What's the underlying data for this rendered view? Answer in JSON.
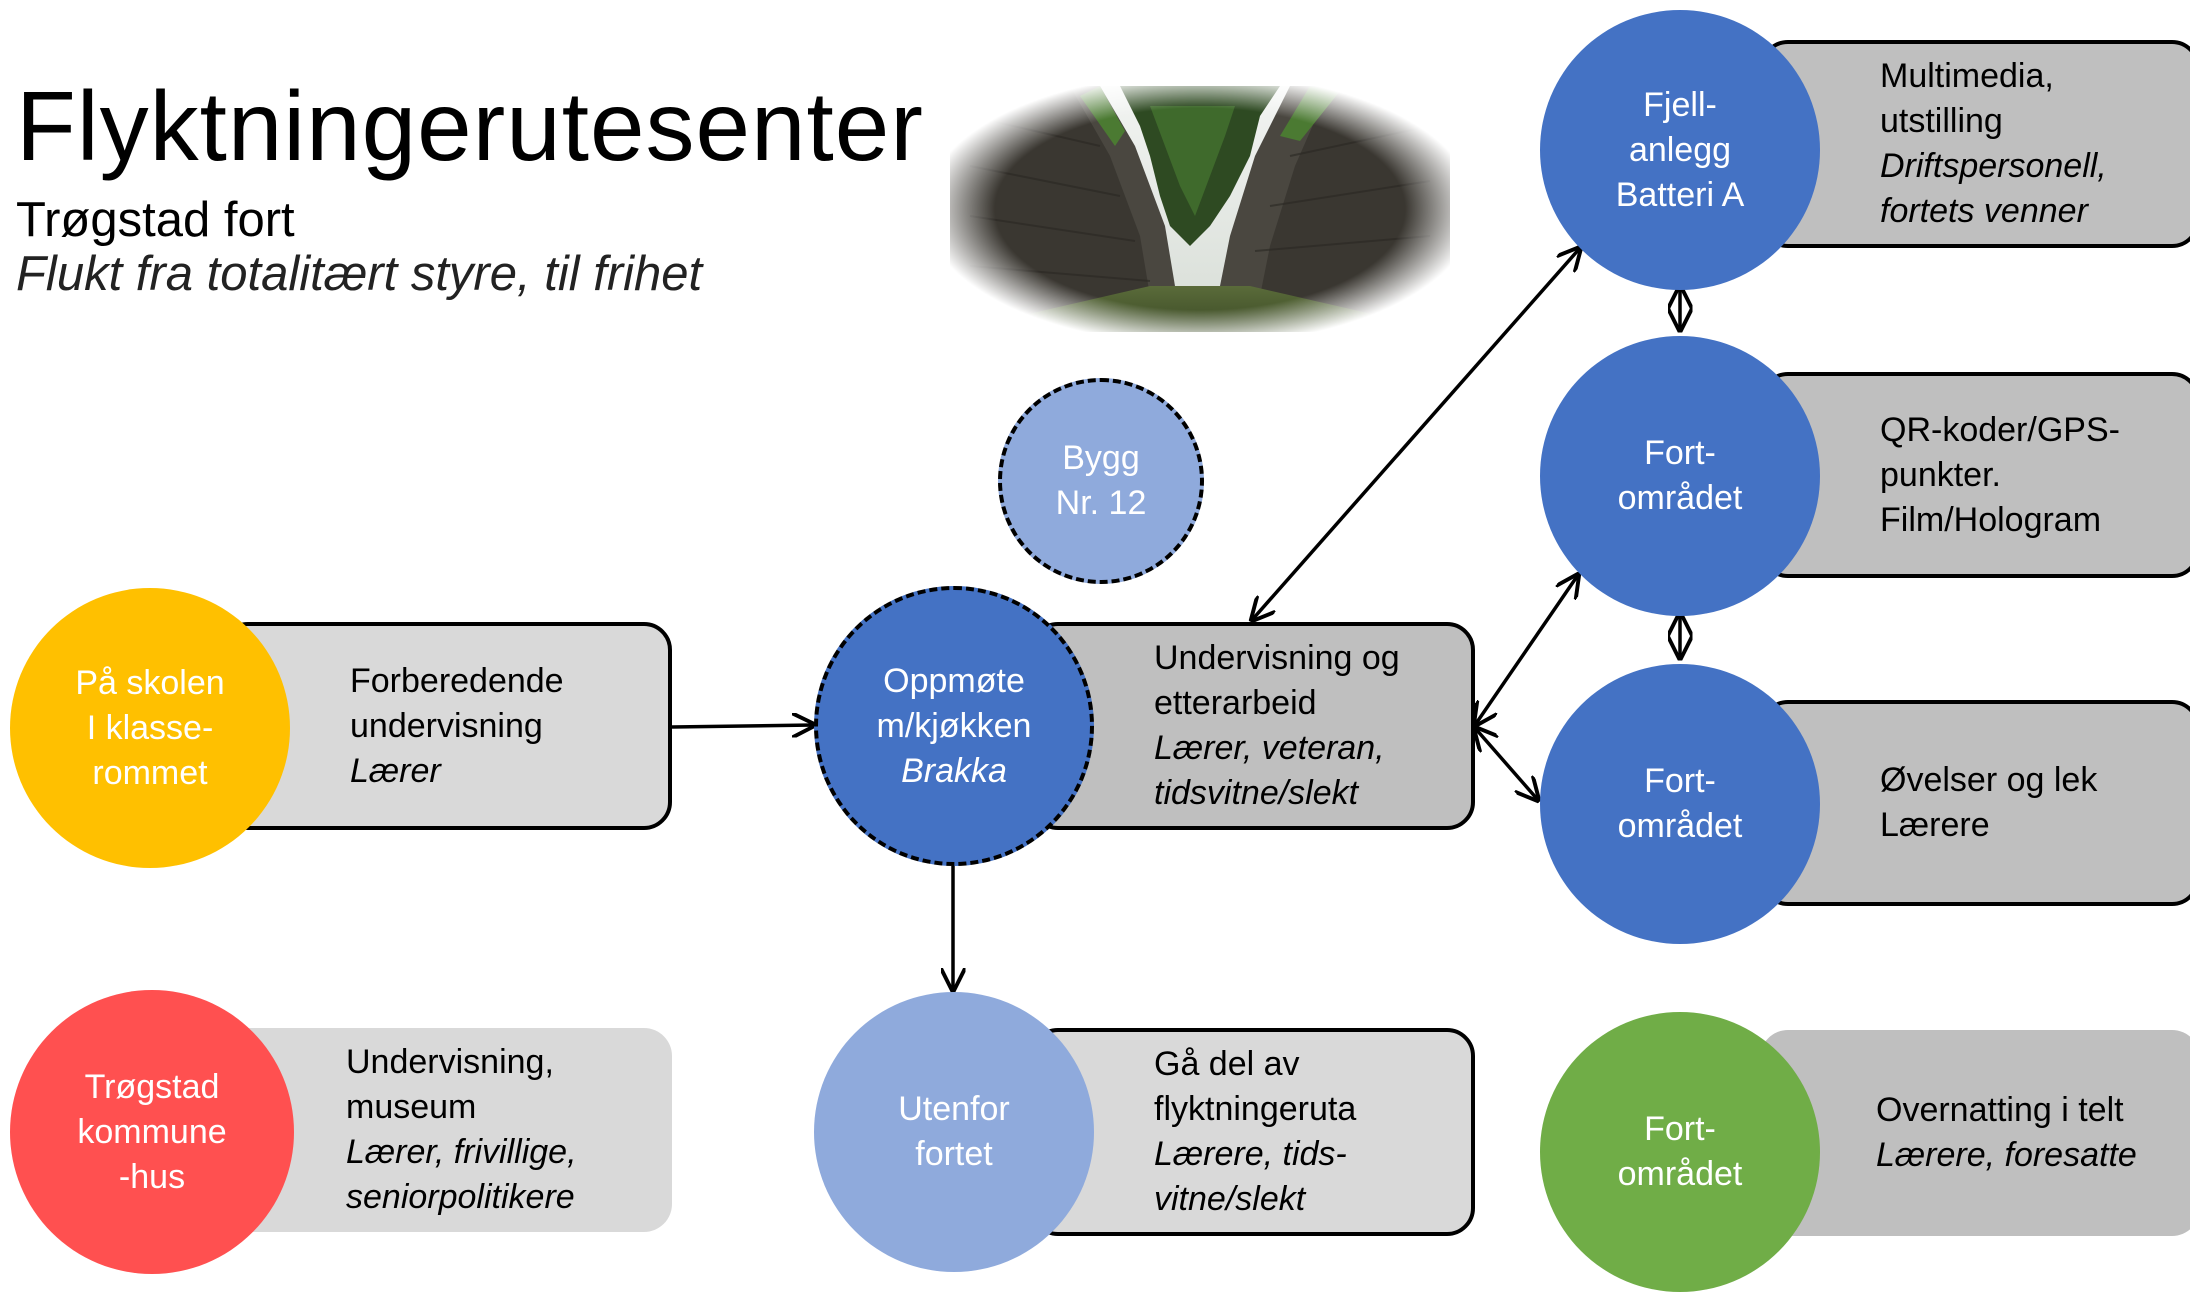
{
  "header": {
    "title": "Flyktningerutesenter",
    "subtitle": "Trøgstad fort",
    "tagline": "Flukt fra totalitært styre, til frihet"
  },
  "photo": {
    "description_icon": "fort-passage-photo"
  },
  "colors": {
    "yellow": "#ffc000",
    "red": "#ff5050",
    "blue": "#4472c4",
    "light_blue": "#8faadc",
    "green": "#70ad47",
    "box_light": "#d9d9d9",
    "box_dark": "#bfbfbf"
  },
  "nodes": {
    "skolen": {
      "circle": [
        "På skolen",
        "I klasse-",
        "rommet"
      ],
      "box": {
        "lines": [
          "Forberedende",
          "undervisning"
        ],
        "italic": [
          "Lærer"
        ]
      }
    },
    "kommunehus": {
      "circle": [
        "Trøgstad",
        "kommune",
        "-hus"
      ],
      "box": {
        "lines": [
          "Undervisning,",
          "museum"
        ],
        "italic": [
          "Lærer, frivillige,",
          "seniorpolitikere"
        ]
      }
    },
    "bygg": {
      "circle": [
        "Bygg",
        "Nr. 12"
      ]
    },
    "oppmote": {
      "circle": [
        "Oppmøte",
        "m/kjøkken"
      ],
      "circle_italic": "Brakka",
      "box": {
        "lines": [
          "Undervisning og",
          "etterarbeid"
        ],
        "italic": [
          "Lærer, veteran,",
          "tidsvitne/slekt"
        ]
      }
    },
    "utenfor": {
      "circle": [
        "Utenfor",
        "fortet"
      ],
      "box": {
        "lines": [
          "Gå del av",
          "flyktningeruta"
        ],
        "italic": [
          "Lærere, tids-",
          "vitne/slekt"
        ]
      }
    },
    "fjellanlegg": {
      "circle": [
        "Fjell-",
        "anlegg",
        "Batteri A"
      ],
      "box": {
        "lines": [
          "Multimedia,",
          "utstilling"
        ],
        "italic": [
          "Driftspersonell,",
          "fortets venner"
        ]
      }
    },
    "fort1": {
      "circle": [
        "Fort-",
        "området"
      ],
      "box": {
        "lines": [
          "QR-koder/GPS-",
          "punkter.",
          "Film/Hologram"
        ],
        "italic": []
      }
    },
    "fort2": {
      "circle": [
        "Fort-",
        "området"
      ],
      "box": {
        "lines": [
          "Øvelser og lek",
          "Lærere"
        ],
        "italic": []
      }
    },
    "fort3": {
      "circle": [
        "Fort-",
        "området"
      ],
      "box": {
        "lines": [
          "Overnatting i telt"
        ],
        "italic": [
          "Lærere, foresatte"
        ]
      }
    }
  }
}
